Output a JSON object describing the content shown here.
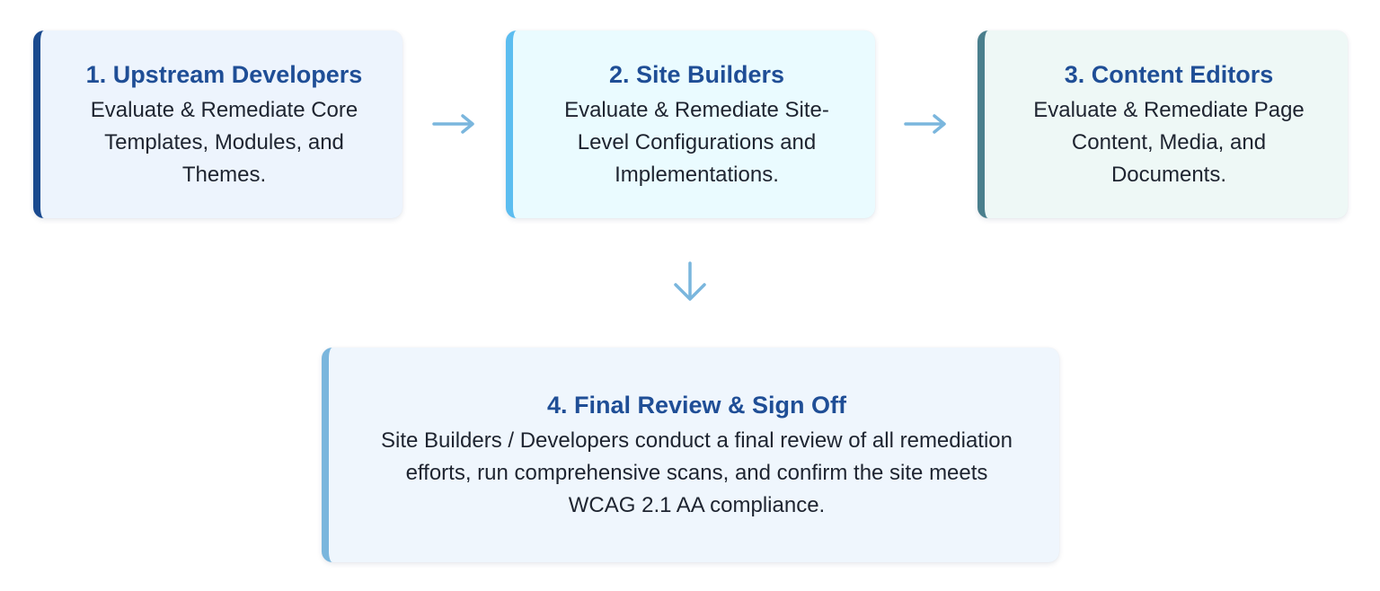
{
  "steps": [
    {
      "title": "1. Upstream Developers",
      "description": "Evaluate & Remediate Core Templates, Modules, and Themes.",
      "accent_color": "#1a4a8f"
    },
    {
      "title": "2. Site Builders",
      "description": "Evaluate & Remediate Site-Level Configurations and Implementations.",
      "accent_color": "#5bbdf0"
    },
    {
      "title": "3. Content Editors",
      "description": "Evaluate & Remediate Page Content, Media, and Documents.",
      "accent_color": "#4a7f8d"
    },
    {
      "title": "4. Final Review & Sign Off",
      "description": "Site Builders / Developers conduct a final review of all remediation efforts, run comprehensive scans, and confirm the site meets WCAG 2.1 AA compliance.",
      "accent_color": "#7ab6dd"
    }
  ],
  "arrows": {
    "color": "#7ab6dd",
    "icons": [
      "arrow-right-icon",
      "arrow-right-icon",
      "arrow-down-icon"
    ]
  },
  "colors": {
    "title": "#1f4e96",
    "text": "#1e2430"
  }
}
